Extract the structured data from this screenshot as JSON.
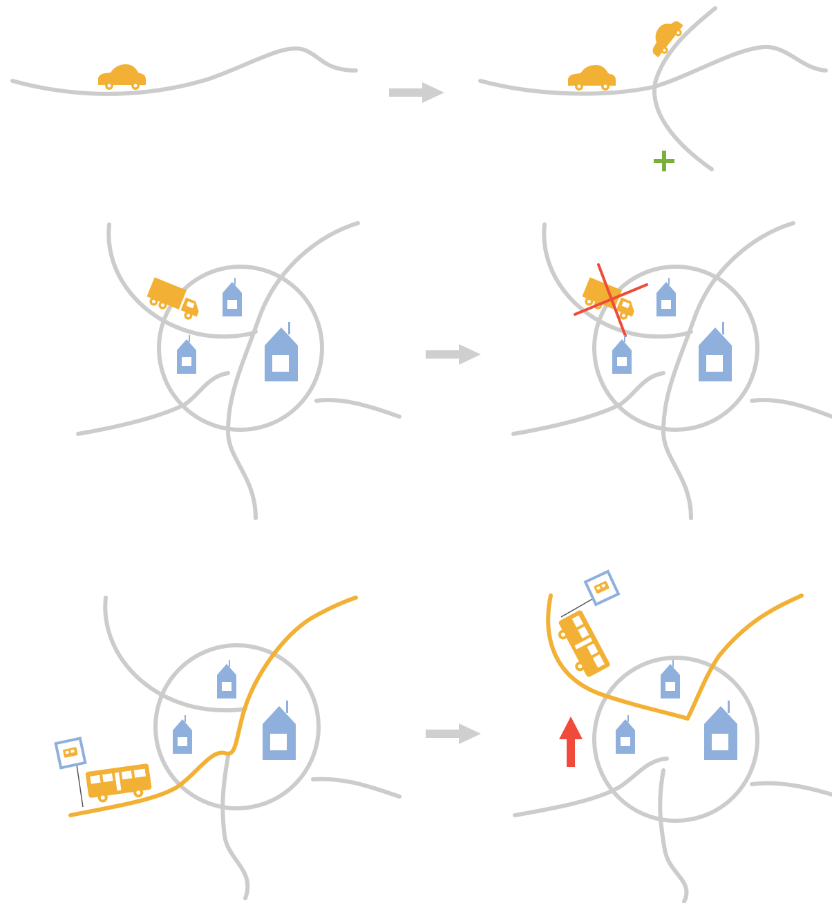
{
  "colors": {
    "road": "#cccccc",
    "route": "#f2b134",
    "vehicle": "#f2b134",
    "house": "#8fb0dc",
    "arrow": "#cfcfcf",
    "plus": "#7cae3c",
    "cross": "#f04a3a",
    "up_arrow": "#f04a3a"
  },
  "panels": [
    {
      "row": 1,
      "before": [
        "road",
        "car"
      ],
      "after": [
        "road",
        "new-crossing-road",
        "car",
        "car"
      ],
      "marker": "plus-icon"
    },
    {
      "row": 2,
      "before": [
        "ring-road",
        "radial-roads",
        "truck",
        "houses"
      ],
      "after": [
        "ring-road",
        "radial-roads",
        "truck",
        "houses"
      ],
      "marker": "cross-icon"
    },
    {
      "row": 3,
      "before": [
        "ring-road",
        "bus-route",
        "bus",
        "bus-stop-sign",
        "houses"
      ],
      "after": [
        "ring-road",
        "bus-route",
        "bus",
        "bus-stop-sign",
        "houses"
      ],
      "marker": "up-arrow-icon"
    }
  ]
}
